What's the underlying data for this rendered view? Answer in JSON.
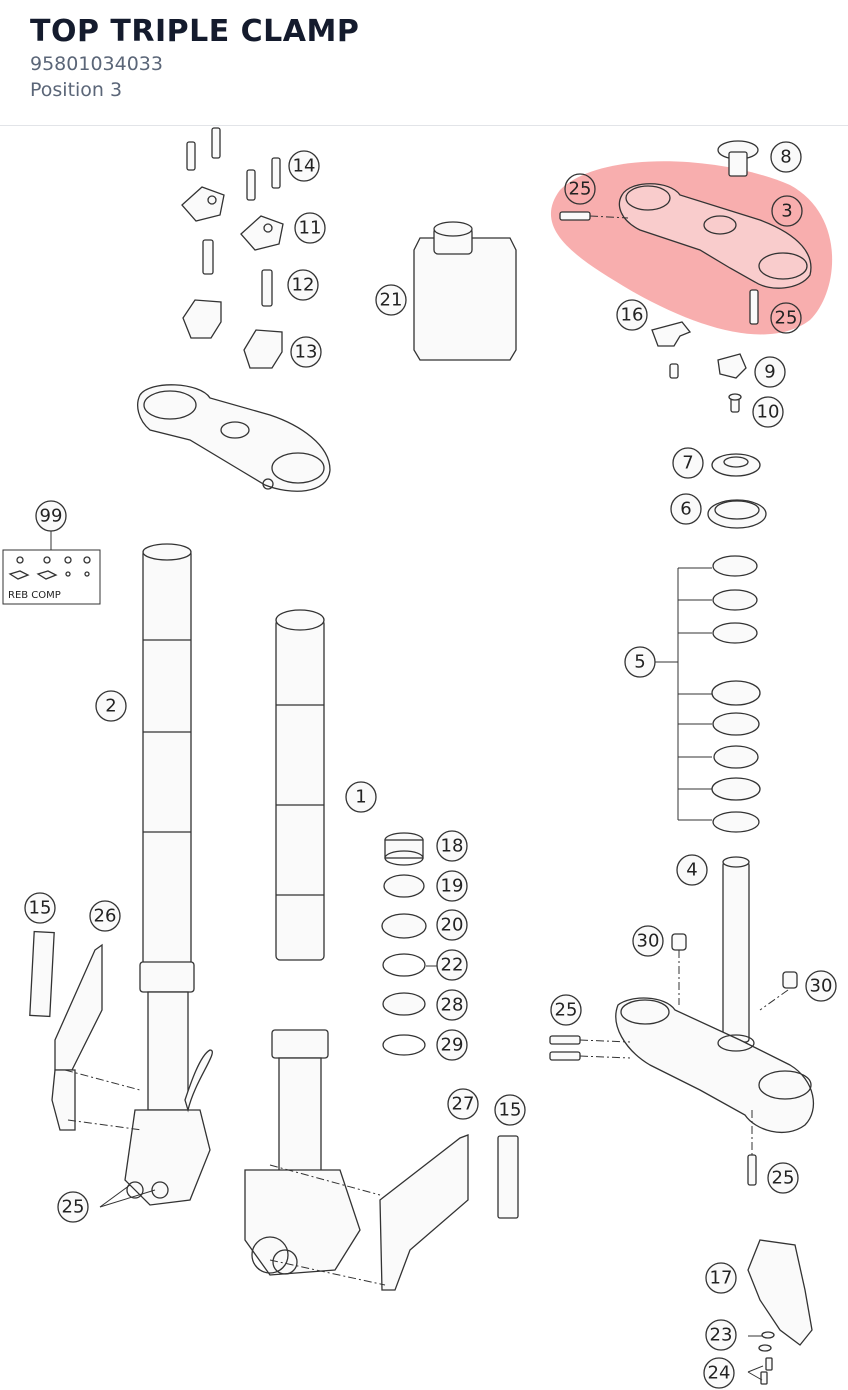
{
  "header": {
    "title": "TOP TRIPLE CLAMP",
    "part_number": "95801034033",
    "position": "Position 3"
  },
  "diagram": {
    "callouts": {
      "c14": "14",
      "c11": "11",
      "c12": "12",
      "c13": "13",
      "c21": "21",
      "c8": "8",
      "c25a": "25",
      "c3": "3",
      "c25b": "25",
      "c16": "16",
      "c9": "9",
      "c10": "10",
      "c7": "7",
      "c6": "6",
      "c99": "99",
      "c5": "5",
      "c2": "2",
      "c1": "1",
      "c18": "18",
      "c19": "19",
      "c20": "20",
      "c22": "22",
      "c28": "28",
      "c29": "29",
      "c4": "4",
      "c30a": "30",
      "c30b": "30",
      "c25c": "25",
      "c15a": "15",
      "c26": "26",
      "c27": "27",
      "c15b": "15",
      "c25d": "25",
      "c25e": "25",
      "c17": "17",
      "c23": "23",
      "c24": "24"
    },
    "kit_label": "REB COMP",
    "highlight_color": "#f26b6b"
  }
}
